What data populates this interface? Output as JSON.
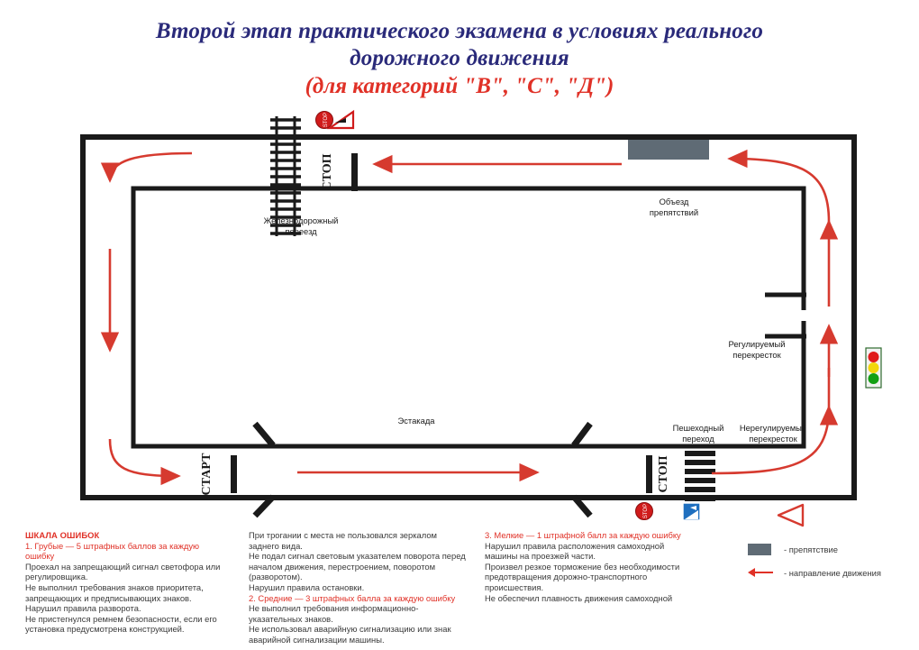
{
  "title": {
    "line1": "Второй этап практического экзамена в условиях реального",
    "line2": "дорожного движения",
    "subtitle": "(для категорий \"В\", \"С\", \"Д\")",
    "color_main": "#2a2a7a",
    "color_sub": "#e03127"
  },
  "diagram": {
    "labels": {
      "railway_crossing": "Железнодорожный",
      "railway_crossing2": "переезд",
      "obstacle_bypass": "Объезд",
      "obstacle_bypass2": "препятствий",
      "regulated_intersection": "Регулируемый",
      "regulated_intersection2": "перекресток",
      "unregulated_intersection": "Нерегулируемый",
      "unregulated_intersection2": "перекресток",
      "pedestrian_crossing": "Пешеходный",
      "pedestrian_crossing2": "переход",
      "overpass": "Эстакада",
      "start": "СТАРТ",
      "stop_top": "СТОП",
      "stop_bottom": "СТОП"
    },
    "signs": {
      "stop_sign_text": "STOP"
    },
    "colors": {
      "road": "#1a1a1a",
      "arrow": "#d63a2f",
      "obstacle": "#5f6b75",
      "traffic_red": "#e01b1b",
      "traffic_yellow": "#f2d60c",
      "traffic_green": "#14a014"
    }
  },
  "errors": {
    "col_a": {
      "heading": "ШКАЛА ОШИБОК",
      "subheading": "1.      Грубые — 5 штрафных баллов за каждую",
      "subheading2": "ошибку",
      "lines": [
        "Проехал на запрещающий сигнал светофора или",
        "регулировщика.",
        "Не выполнил требования знаков приоритета,",
        "запрещающих и предписывающих знаков.",
        "Нарушил правила разворота.",
        "Не пристегнулся ремнем безопасности, если его",
        "установка предусмотрена конструкцией."
      ]
    },
    "col_b": {
      "lines_top": [
        "При трогании с места не пользовался зеркалом",
        "заднего вида.",
        "Не подал сигнал световым указателем поворота перед",
        "началом движения, перестроением, поворотом",
        "(разворотом).",
        "Нарушил правила остановки."
      ],
      "subheading": "2.      Средние — 3 штрафных балла за каждую ошибку",
      "lines_bottom": [
        "Не выполнил требования информационно-",
        "указательных знаков.",
        "Не использовал аварийную сигнализацию или знак",
        "аварийной сигнализации машины."
      ]
    },
    "col_c": {
      "subheading": "3.      Мелкие — 1 штрафной балл за каждую ошибку",
      "lines": [
        "Нарушил правила расположения самоходной",
        "машины на проезжей части.",
        "Произвел резкое торможение без необходимости",
        "предотвращения дорожно-транспортного",
        "происшествия.",
        "Не обеспечил плавность движения самоходной"
      ]
    }
  },
  "legend": {
    "items": [
      {
        "type": "obstacle",
        "label": "- препятствие"
      },
      {
        "type": "arrow",
        "label": "- направление движения"
      }
    ]
  }
}
